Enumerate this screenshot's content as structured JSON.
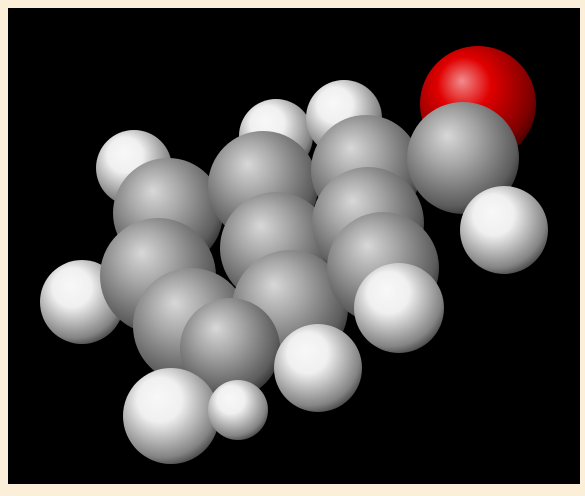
{
  "colors": {
    "frame": "#fcefd9",
    "background": "#000000",
    "hydrogen": "#f0f0f0",
    "carbon": "#a8a8a8",
    "oxygen": "#e00000"
  },
  "molecule": {
    "atoms": [
      {
        "name": "hydrogen-atom-1",
        "element": "hydrogen"
      },
      {
        "name": "hydrogen-atom-2",
        "element": "hydrogen"
      },
      {
        "name": "hydrogen-atom-3",
        "element": "hydrogen"
      },
      {
        "name": "carbon-atom-1",
        "element": "carbon"
      },
      {
        "name": "carbon-atom-2",
        "element": "carbon"
      },
      {
        "name": "carbon-atom-3",
        "element": "carbon"
      },
      {
        "name": "hydrogen-atom-4",
        "element": "hydrogen"
      },
      {
        "name": "carbon-atom-4",
        "element": "carbon"
      },
      {
        "name": "carbon-atom-5",
        "element": "carbon"
      },
      {
        "name": "oxygen-atom-1",
        "element": "oxygen"
      },
      {
        "name": "carbon-atom-6",
        "element": "carbon"
      },
      {
        "name": "carbon-atom-7",
        "element": "carbon"
      },
      {
        "name": "carbon-atom-8",
        "element": "carbon"
      },
      {
        "name": "carbon-atom-9",
        "element": "carbon"
      },
      {
        "name": "carbon-atom-10",
        "element": "carbon"
      },
      {
        "name": "carbon-atom-11",
        "element": "carbon"
      },
      {
        "name": "hydrogen-atom-5",
        "element": "hydrogen"
      },
      {
        "name": "hydrogen-atom-6",
        "element": "hydrogen"
      },
      {
        "name": "hydrogen-atom-7",
        "element": "hydrogen"
      },
      {
        "name": "hydrogen-atom-8",
        "element": "hydrogen"
      },
      {
        "name": "hydrogen-atom-9",
        "element": "hydrogen"
      }
    ]
  }
}
